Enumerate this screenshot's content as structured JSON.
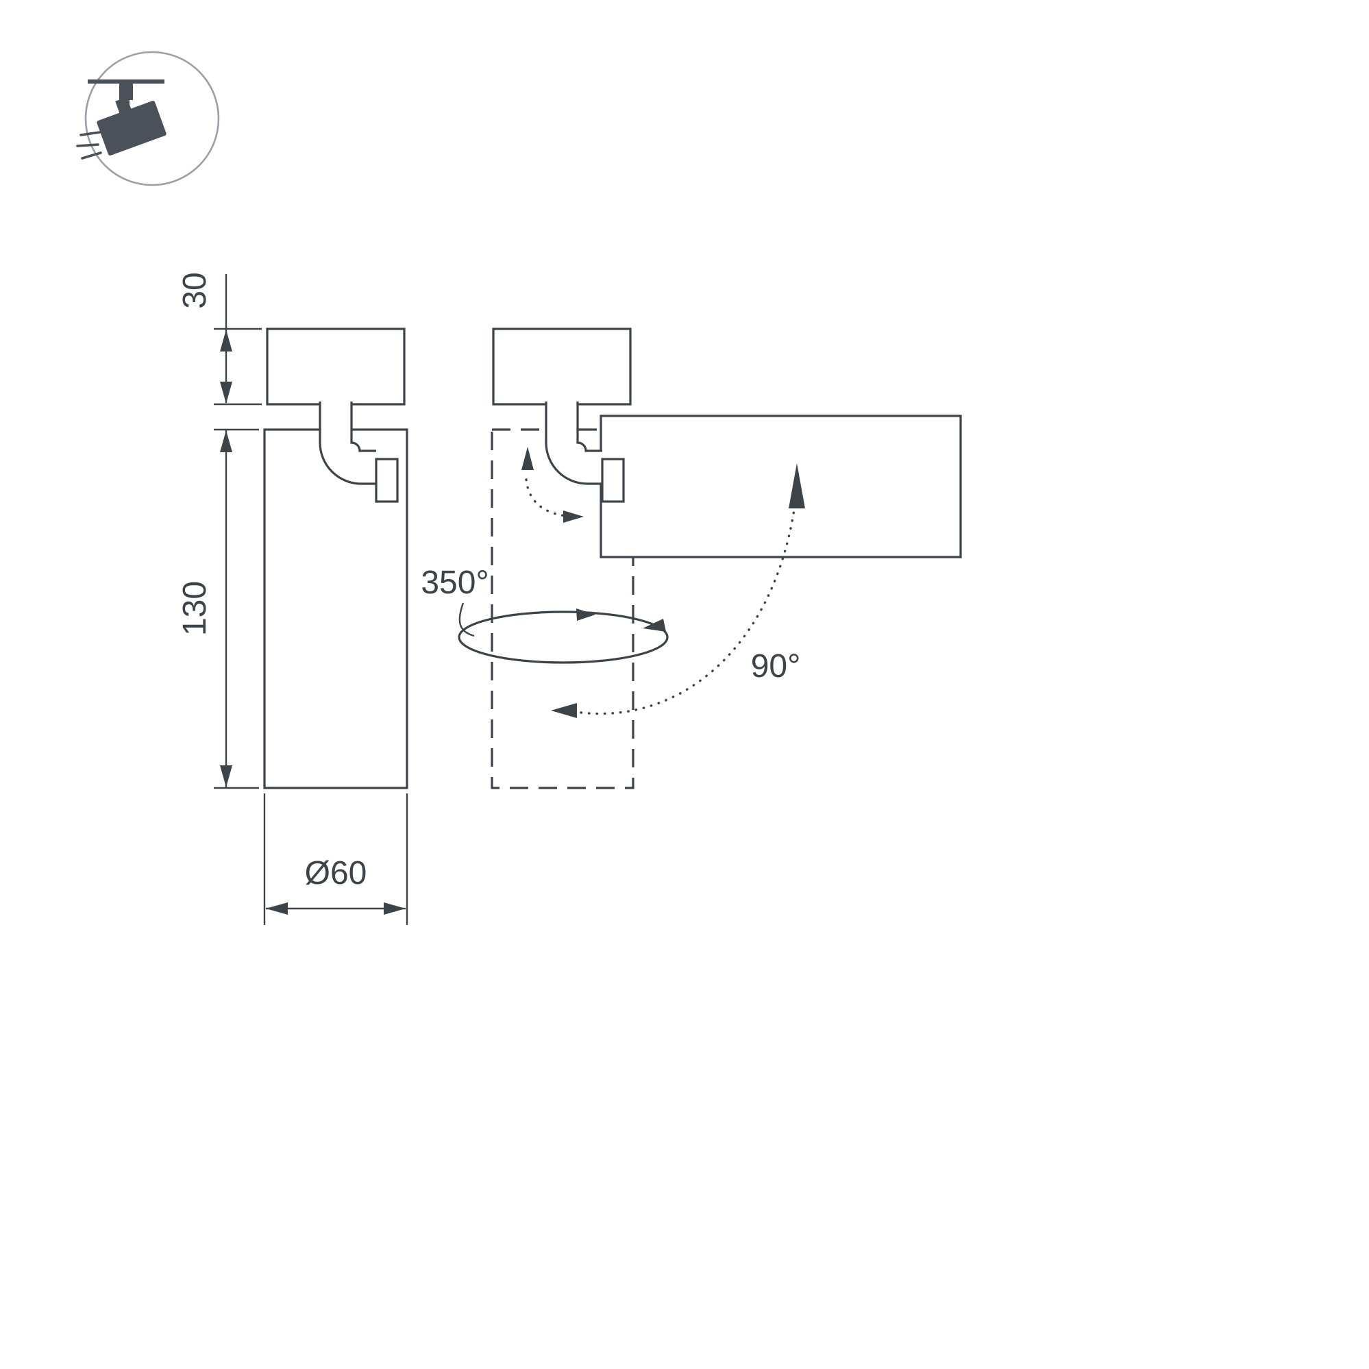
{
  "colors": {
    "line": "#3d4449",
    "accent": "#4a5158",
    "ring": "#9aa0a6",
    "bg": "#ffffff"
  },
  "icon": {
    "name": "ceiling-track-spotlight-icon"
  },
  "dimensions": {
    "cap_height": "30",
    "body_height": "130",
    "diameter": "Ø60"
  },
  "rotations": {
    "swivel": "350°",
    "tilt": "90°"
  }
}
